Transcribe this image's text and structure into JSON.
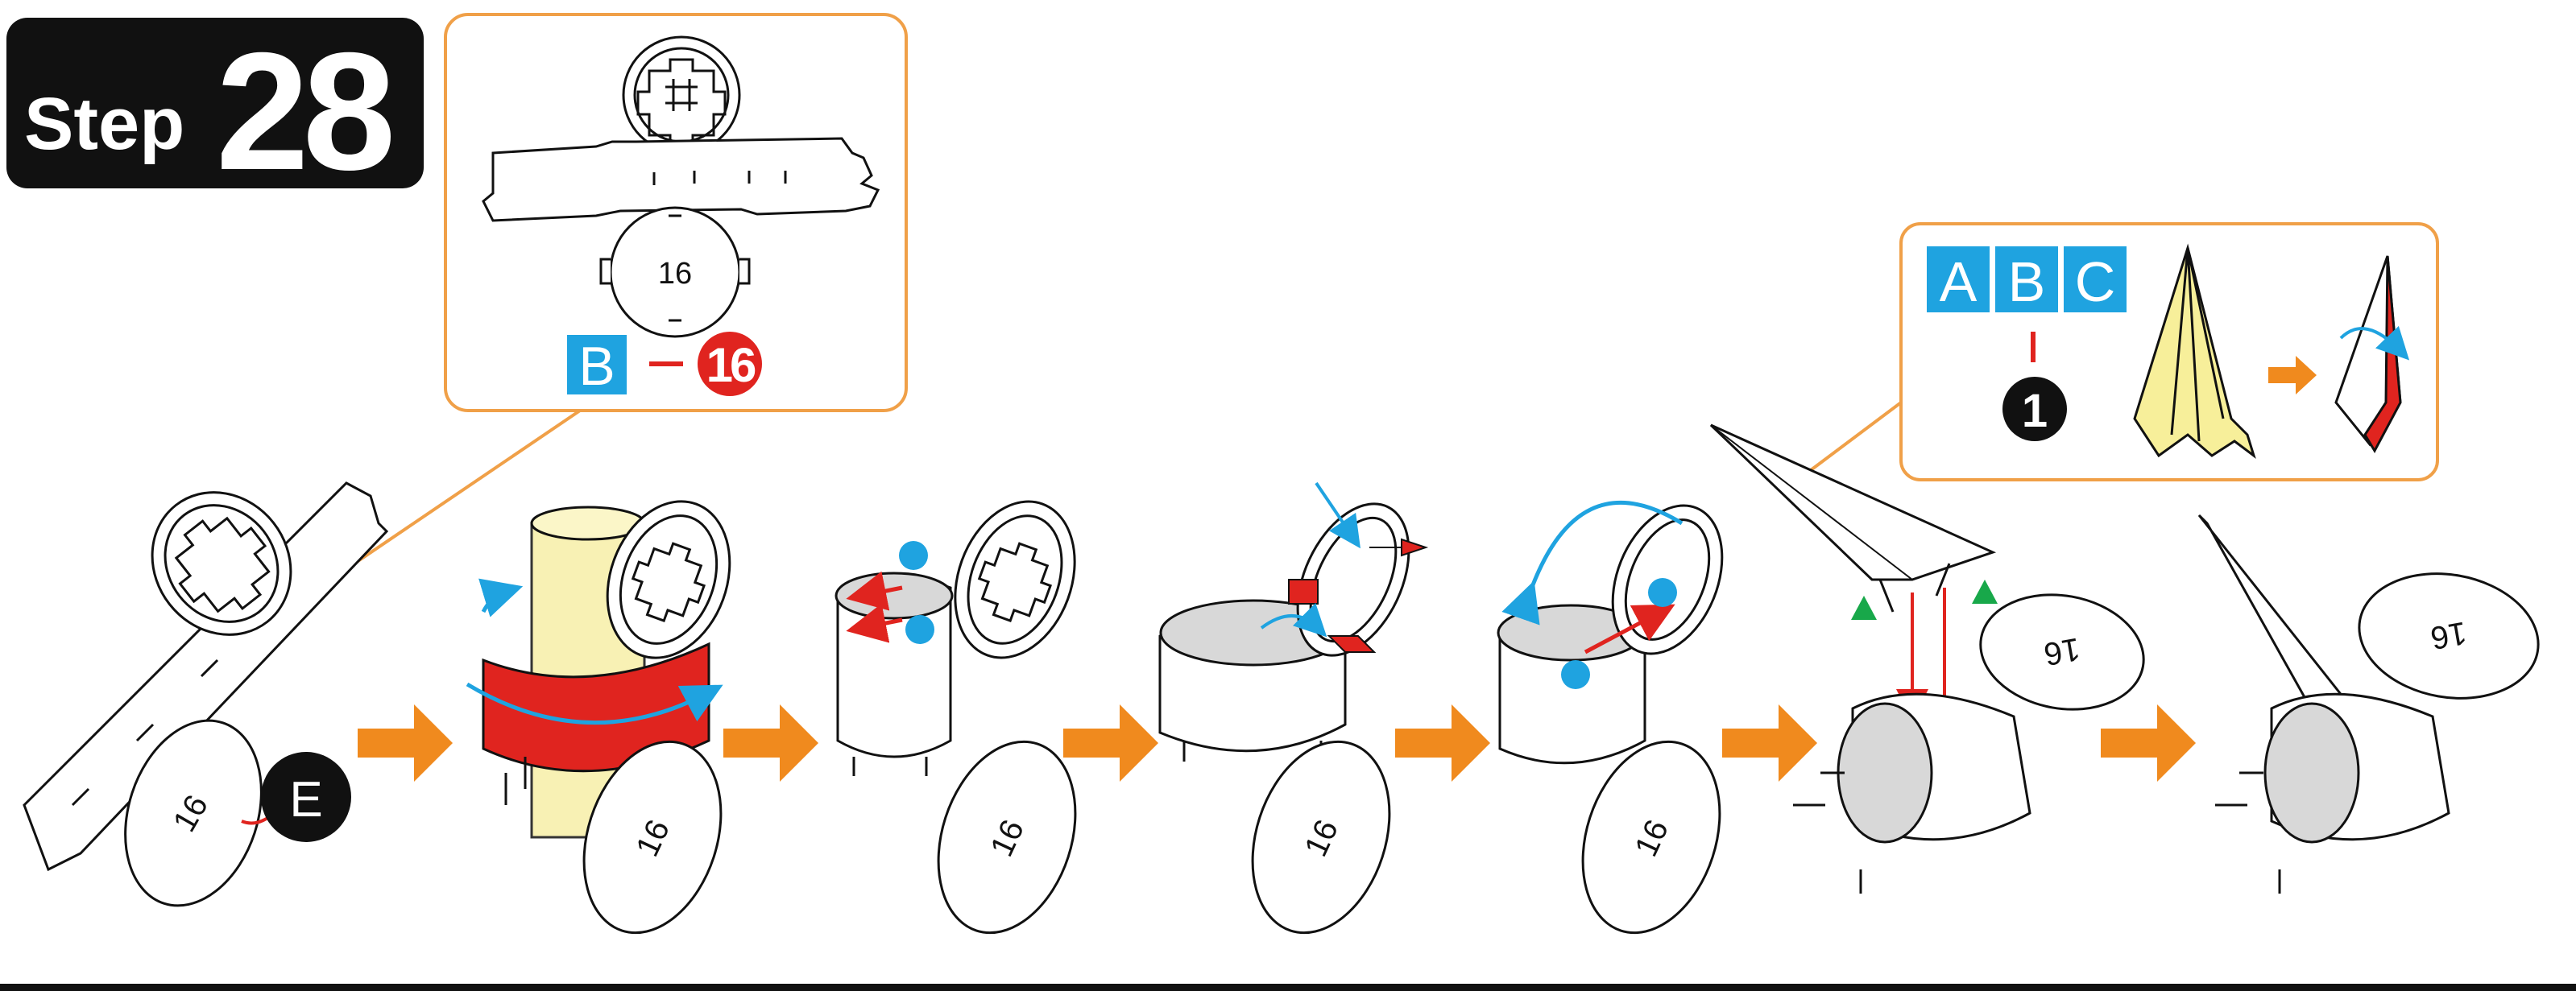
{
  "header": {
    "step_word": "Step",
    "step_number": "28"
  },
  "callout_top": {
    "part_label": "16",
    "code_letter": "B",
    "code_number": "16"
  },
  "callout_right": {
    "letters": [
      "A",
      "B",
      "C"
    ],
    "number": "1"
  },
  "labels": {
    "e_badge": "E",
    "disc_number": "16"
  },
  "colors": {
    "accent_orange": "#f08a1e",
    "accent_red": "#e0241f",
    "accent_blue": "#1fa3e0",
    "accent_green": "#18a84a",
    "accent_yellow": "#f7ef9a",
    "callout_border": "#f0a048",
    "ink": "#111111"
  },
  "icons": [
    "right-arrow-icon",
    "rotate-arrow-icon",
    "blue-dot-marker-icon",
    "green-triangle-marker-icon",
    "red-insert-arrow-icon"
  ]
}
